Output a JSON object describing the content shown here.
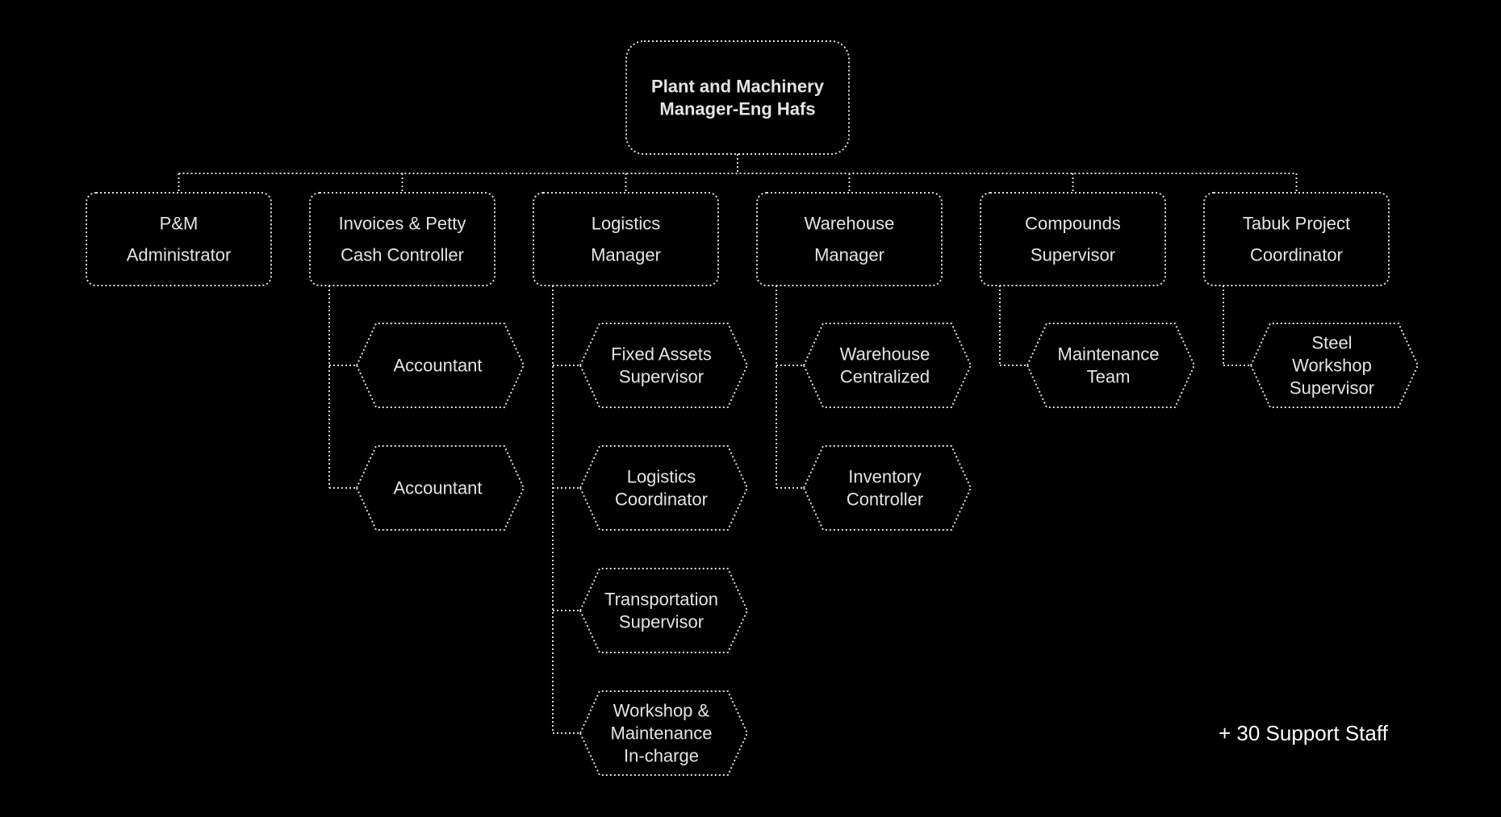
{
  "root": {
    "lines": [
      "Plant and Machinery",
      "Manager-Eng Hafs"
    ]
  },
  "managers": [
    {
      "id": "pm-admin",
      "lines": [
        "P&M",
        "Administrator"
      ],
      "reports": []
    },
    {
      "id": "invoices",
      "lines": [
        "Invoices & Petty",
        "Cash Controller"
      ],
      "reports": [
        {
          "id": "accountant-1",
          "lines": [
            "Accountant"
          ]
        },
        {
          "id": "accountant-2",
          "lines": [
            "Accountant"
          ]
        }
      ]
    },
    {
      "id": "logistics",
      "lines": [
        "Logistics",
        "Manager"
      ],
      "reports": [
        {
          "id": "fixed-assets",
          "lines": [
            "Fixed Assets",
            "Supervisor"
          ]
        },
        {
          "id": "logistics-coordinator",
          "lines": [
            "Logistics",
            "Coordinator"
          ]
        },
        {
          "id": "transportation",
          "lines": [
            "Transportation",
            "Supervisor"
          ]
        },
        {
          "id": "workshop-maintenance",
          "lines": [
            "Workshop &",
            "Maintenance",
            "In-charge"
          ]
        }
      ]
    },
    {
      "id": "warehouse",
      "lines": [
        "Warehouse",
        "Manager"
      ],
      "reports": [
        {
          "id": "warehouse-centralized",
          "lines": [
            "Warehouse",
            "Centralized"
          ]
        },
        {
          "id": "inventory-controller",
          "lines": [
            "Inventory",
            "Controller"
          ]
        }
      ]
    },
    {
      "id": "compounds",
      "lines": [
        "Compounds",
        "Supervisor"
      ],
      "reports": [
        {
          "id": "maintenance-team",
          "lines": [
            "Maintenance",
            "Team"
          ]
        }
      ]
    },
    {
      "id": "tabuk",
      "lines": [
        "Tabuk Project",
        "Coordinator"
      ],
      "reports": [
        {
          "id": "steel-workshop",
          "lines": [
            "Steel",
            "Workshop",
            "Supervisor"
          ]
        }
      ]
    }
  ],
  "note": "+ 30 Support Staff"
}
